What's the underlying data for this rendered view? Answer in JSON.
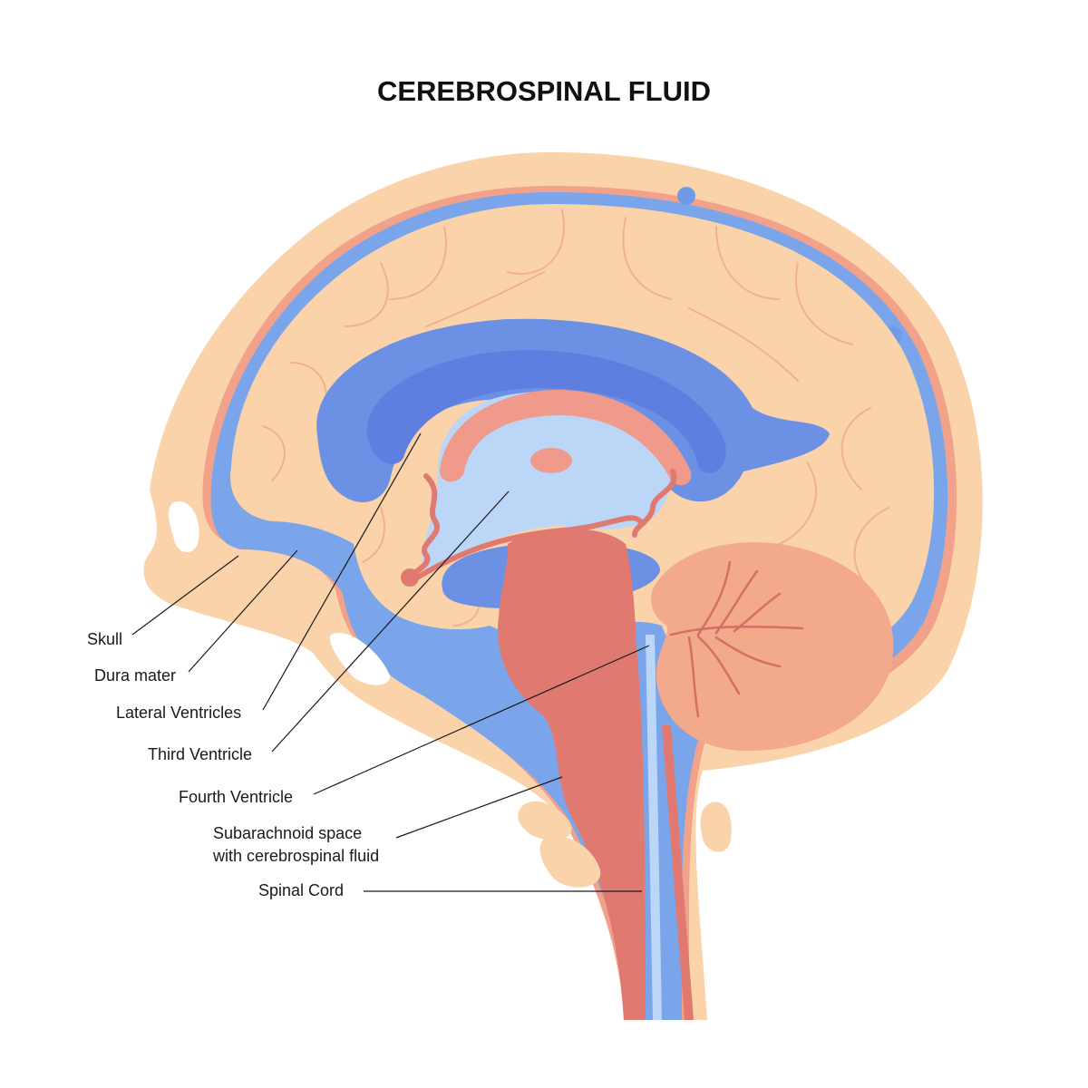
{
  "title": "CEREBROSPINAL FLUID",
  "colors": {
    "background": "#ffffff",
    "skin": "#fbd3aa",
    "dura": "#f2a28a",
    "csf": "#6f9be6",
    "csf_dark": "#5f7fe0",
    "ventricle_light": "#bcd6f8",
    "brainstem": "#e07a70",
    "cerebellum": "#f2a98c",
    "gyrus_line": "#eeb38a"
  },
  "labels": {
    "skull": "Skull",
    "dura_mater": "Dura mater",
    "lateral_ventricles": "Lateral Ventricles",
    "third_ventricle": "Third Ventricle",
    "fourth_ventricle": "Fourth Ventricle",
    "subarachnoid_line1": "Subarachnoid space",
    "subarachnoid_line2": "with cerebrospinal fluid",
    "spinal_cord": "Spinal Cord"
  }
}
